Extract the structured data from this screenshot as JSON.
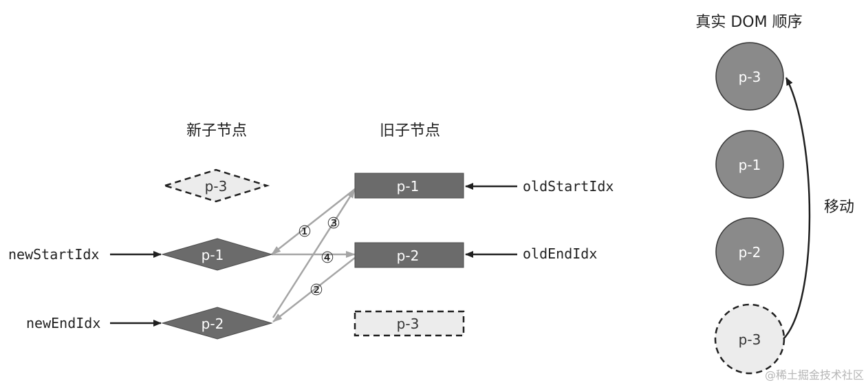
{
  "colors": {
    "dark_fill": "#6b6b6b",
    "light_fill": "#ececec",
    "circle_fill": "#8a8a8a",
    "arrow_gray": "#a5a5a5",
    "text_dark": "#1f1f1f",
    "node_text": "#ffffff",
    "dashed_text": "#333333"
  },
  "headers": {
    "new_children": "新子节点",
    "old_children": "旧子节点",
    "real_dom_order": "真实 DOM 顺序"
  },
  "new_nodes": [
    {
      "label": "p-3",
      "state": "dashed"
    },
    {
      "label": "p-1",
      "state": "solid"
    },
    {
      "label": "p-2",
      "state": "solid"
    }
  ],
  "old_nodes": [
    {
      "label": "p-1",
      "state": "solid"
    },
    {
      "label": "p-2",
      "state": "solid"
    },
    {
      "label": "p-3",
      "state": "dashed"
    }
  ],
  "pointers": {
    "new_start": "newStartIdx",
    "new_end": "newEndIdx",
    "old_start": "oldStartIdx",
    "old_end": "oldEndIdx"
  },
  "steps": [
    "①",
    "②",
    "③",
    "④"
  ],
  "dom_nodes": [
    {
      "label": "p-3",
      "state": "solid"
    },
    {
      "label": "p-1",
      "state": "solid"
    },
    {
      "label": "p-2",
      "state": "solid"
    },
    {
      "label": "p-3",
      "state": "dashed"
    }
  ],
  "move_label": "移动",
  "watermark": "@稀土掘金技术社区"
}
